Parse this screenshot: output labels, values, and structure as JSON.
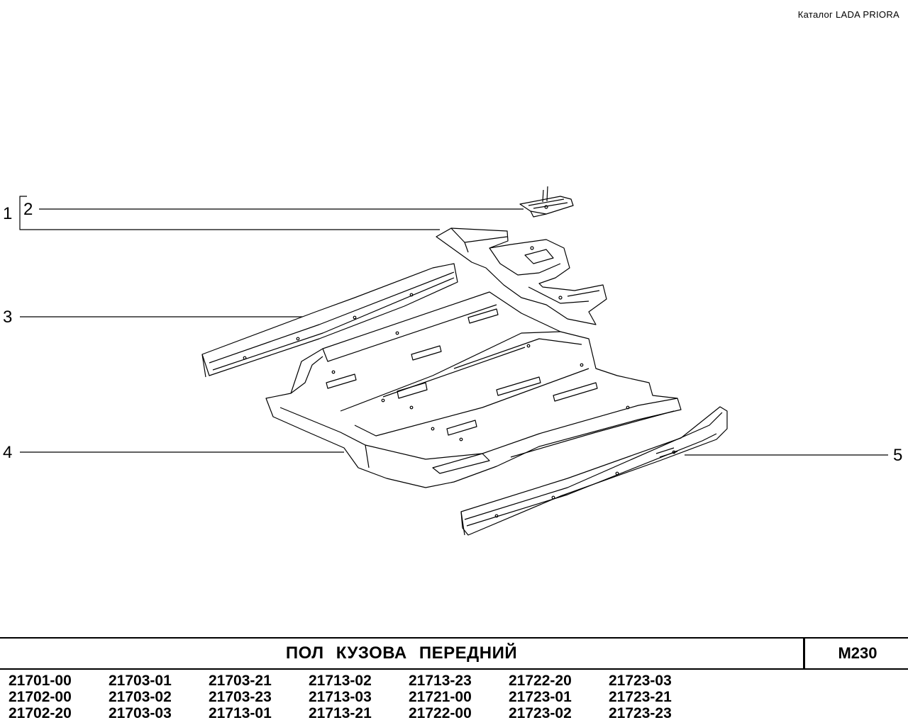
{
  "header": {
    "catalog": "Каталог  LADA  PRIORA"
  },
  "callouts": [
    "1",
    "2",
    "3",
    "4",
    "5"
  ],
  "footer": {
    "title": "ПОЛ   КУЗОВА   ПЕРЕДНИЙ",
    "code": "М230",
    "models": [
      "21701-00",
      "21703-01",
      "21703-21",
      "21713-02",
      "21713-23",
      "21722-20",
      "21723-03",
      "21702-00",
      "21703-02",
      "21703-23",
      "21713-03",
      "21721-00",
      "21723-01",
      "21723-21",
      "21702-20",
      "21703-03",
      "21713-01",
      "21713-21",
      "21722-00",
      "21723-02",
      "21723-23"
    ]
  }
}
